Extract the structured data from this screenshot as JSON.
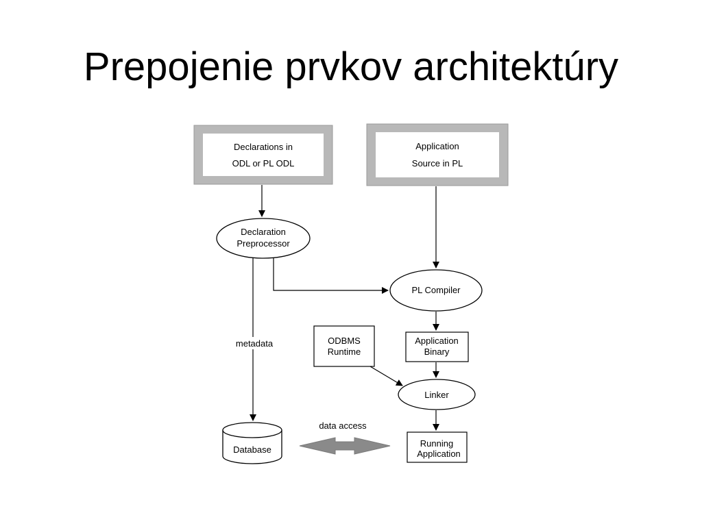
{
  "slide": {
    "title": "Prepojenie prvkov architektúry"
  },
  "diagram": {
    "nodes": {
      "declarations": {
        "line1": "Declarations in",
        "line2": "ODL or PL ODL"
      },
      "application_source": {
        "line1": "Application",
        "line2": "Source in PL"
      },
      "declaration_preprocessor": {
        "line1": "Declaration",
        "line2": "Preprocessor"
      },
      "pl_compiler": {
        "label": "PL Compiler"
      },
      "odbms_runtime": {
        "line1": "ODBMS",
        "line2": "Runtime"
      },
      "application_binary": {
        "line1": "Application",
        "line2": "Binary"
      },
      "linker": {
        "label": "Linker"
      },
      "database": {
        "label": "Database"
      },
      "running_application": {
        "line1": "Running",
        "line2": "Application"
      }
    },
    "edges": {
      "metadata": "metadata",
      "data_access": "data access"
    },
    "colors": {
      "frame_gray": "#b8b8b8",
      "arrow_gray": "#8a8a8a",
      "line": "#000000"
    }
  }
}
